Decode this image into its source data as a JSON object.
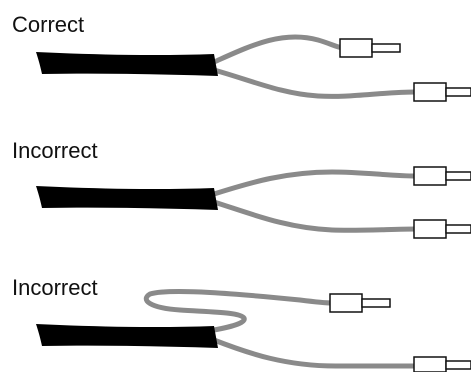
{
  "diagram": {
    "sections": [
      {
        "label": "Correct"
      },
      {
        "label": "Incorrect"
      },
      {
        "label": "Incorrect"
      }
    ],
    "colors": {
      "jacket": "#000000",
      "wire": "#8a8a8a",
      "connector_stroke": "#111111",
      "connector_fill": "#ffffff",
      "background": "#ffffff"
    },
    "icons": [
      "cable-jacket-icon",
      "wire-icon",
      "ferrule-connector-icon"
    ]
  }
}
